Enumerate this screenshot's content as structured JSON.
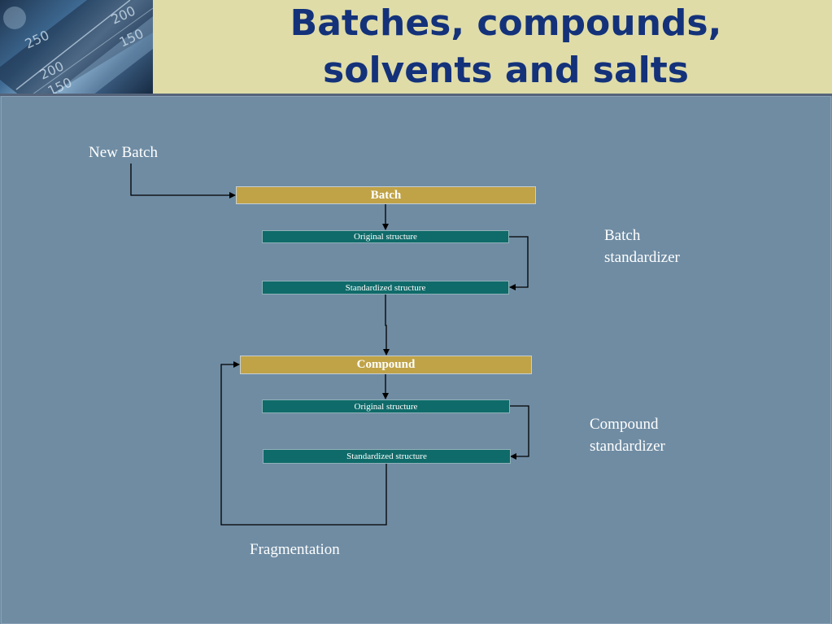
{
  "slide": {
    "title": "Batches, compounds, solvents and salts"
  },
  "diagram": {
    "labels": {
      "new_batch": "New Batch",
      "batch_standardizer_line1": "Batch",
      "batch_standardizer_line2": "standardizer",
      "compound_standardizer_line1": "Compound",
      "compound_standardizer_line2": "standardizer",
      "fragmentation": "Fragmentation"
    },
    "batch": {
      "title": "Batch",
      "original": "Original structure",
      "standardized": "Standardized structure"
    },
    "compound": {
      "title": "Compound",
      "original": "Original structure",
      "standardized": "Standardized structure"
    }
  },
  "colors": {
    "background": "#6f8ca3",
    "header": "#dfdca8",
    "title": "#14327a",
    "gold_box": "#c0a346",
    "teal_box": "#0f6b6a",
    "connector": "#000000"
  }
}
